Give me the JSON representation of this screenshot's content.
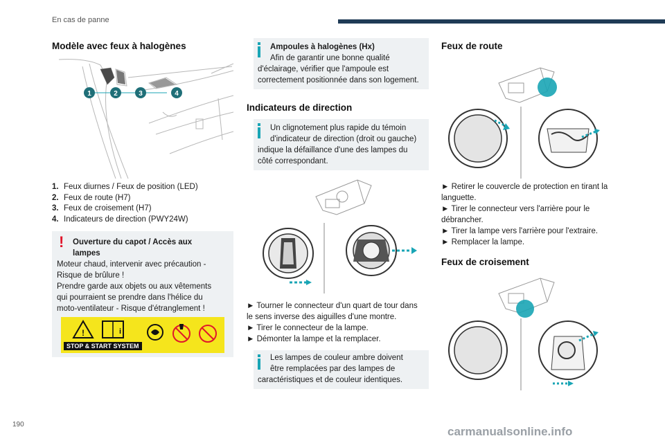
{
  "header": {
    "section": "En cas de panne",
    "bar_color": "#1f3b56"
  },
  "page_number": "190",
  "watermark": "carmanualsonline.info",
  "colors": {
    "accent": "#19a5b5",
    "warning": "#e0162b",
    "box_bg": "#eef1f3",
    "warning_label_bg": "#f5e51c"
  },
  "col1": {
    "title": "Modèle avec feux à halogènes",
    "callouts": [
      "1",
      "2",
      "3",
      "4"
    ],
    "items": [
      {
        "num": "1.",
        "text": "Feux diurnes / Feux de position (LED)"
      },
      {
        "num": "2.",
        "text": "Feux de route (H7)"
      },
      {
        "num": "3.",
        "text": "Feux de croisement (H7)"
      },
      {
        "num": "4.",
        "text": "Indicateurs de direction (PWY24W)"
      }
    ],
    "warning": {
      "title_l1": "Ouverture du capot / Accès aux",
      "title_l2": "lampes",
      "lines": [
        "Moteur chaud, intervenir avec précaution -",
        "Risque de brûlure !",
        "Prendre garde aux objets ou aux vêtements",
        "qui pourraient se prendre dans l'hélice du",
        "moto-ventilateur - Risque d'étranglement !"
      ],
      "label_text": "STOP & START SYSTEM"
    }
  },
  "col2": {
    "info1": {
      "title": "Ampoules à halogènes (Hx)",
      "line1": "Afin de garantir une bonne qualité",
      "lines": [
        "d'éclairage, vérifier que l'ampoule est",
        "correctement positionnée dans son logement."
      ]
    },
    "title": "Indicateurs de direction",
    "info2": {
      "line1": "Un clignotement plus rapide du témoin",
      "line2": "d'indicateur de direction (droit ou gauche)",
      "lines": [
        "indique la défaillance d'une des lampes du",
        "côté correspondant."
      ]
    },
    "steps": [
      "► Tourner le connecteur d'un quart de tour dans",
      "le sens inverse des aiguilles d'une montre.",
      "► Tirer le connecteur de la lampe.",
      "► Démonter la lampe et la remplacer."
    ],
    "info3": {
      "line1": "Les lampes de couleur ambre doivent",
      "line2": "être remplacées par des lampes de",
      "lines": [
        "caractéristiques et de couleur identiques."
      ]
    }
  },
  "col3": {
    "title1": "Feux de route",
    "steps": [
      "► Retirer le couvercle de protection en tirant la",
      "languette.",
      "► Tirer le connecteur vers l'arrière pour le",
      "débrancher.",
      "► Tirer la lampe vers l'arrière pour l'extraire.",
      "► Remplacer la lampe."
    ],
    "title2": "Feux de croisement"
  }
}
